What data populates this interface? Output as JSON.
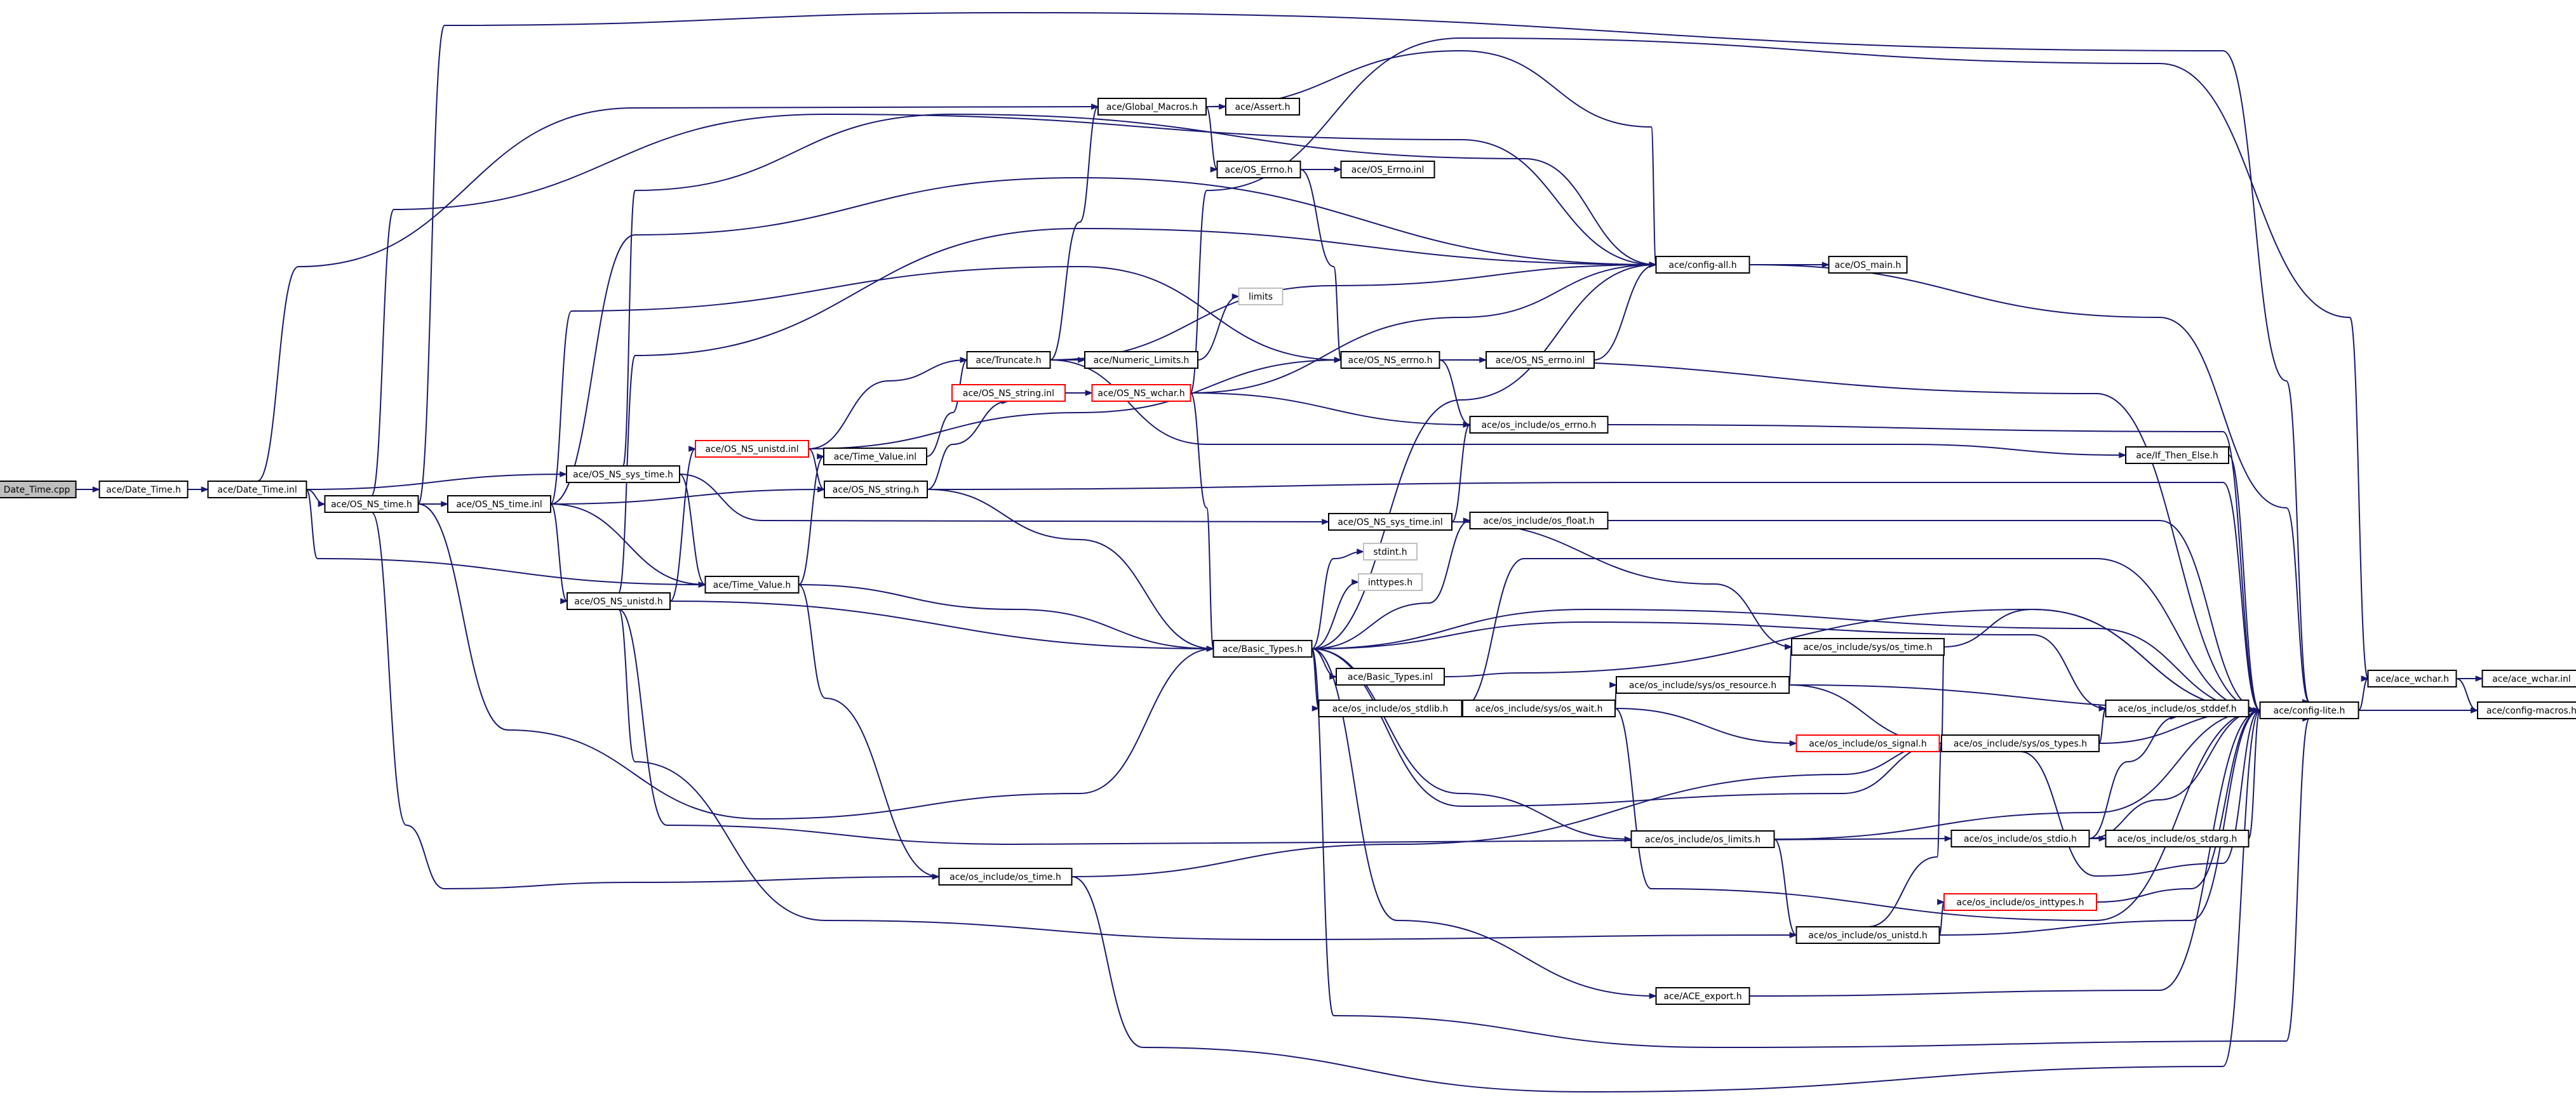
{
  "colors": {
    "edge": "#191970",
    "box_border": "#000000",
    "box_fill": "#ffffff",
    "root_fill": "#bfbfbf",
    "truncated_border": "#ff0000",
    "external_border": "#bfbfbf",
    "text": "#000000"
  },
  "nodes": [
    {
      "id": "n_date_time_cpp",
      "label": "Date_Time.cpp",
      "style": "root"
    },
    {
      "id": "n_date_time_h",
      "label": "ace/Date_Time.h",
      "style": "normal"
    },
    {
      "id": "n_date_time_inl",
      "label": "ace/Date_Time.inl",
      "style": "normal"
    },
    {
      "id": "n_global_macros",
      "label": "ace/Global_Macros.h",
      "style": "normal"
    },
    {
      "id": "n_assert",
      "label": "ace/Assert.h",
      "style": "normal"
    },
    {
      "id": "n_os_errno_h",
      "label": "ace/OS_Errno.h",
      "style": "normal"
    },
    {
      "id": "n_os_errno_inl",
      "label": "ace/OS_Errno.inl",
      "style": "normal"
    },
    {
      "id": "n_config_all",
      "label": "ace/config-all.h",
      "style": "normal"
    },
    {
      "id": "n_os_main",
      "label": "ace/OS_main.h",
      "style": "normal"
    },
    {
      "id": "n_limits",
      "label": "limits",
      "style": "external"
    },
    {
      "id": "n_truncate",
      "label": "ace/Truncate.h",
      "style": "normal"
    },
    {
      "id": "n_numeric_limits",
      "label": "ace/Numeric_Limits.h",
      "style": "normal"
    },
    {
      "id": "n_os_ns_errno_h",
      "label": "ace/OS_NS_errno.h",
      "style": "normal"
    },
    {
      "id": "n_os_ns_errno_inl",
      "label": "ace/OS_NS_errno.inl",
      "style": "normal"
    },
    {
      "id": "n_os_ns_string_inl",
      "label": "ace/OS_NS_string.inl",
      "style": "truncated"
    },
    {
      "id": "n_os_ns_wchar",
      "label": "ace/OS_NS_wchar.h",
      "style": "truncated"
    },
    {
      "id": "n_os_include_errno",
      "label": "ace/os_include/os_errno.h",
      "style": "normal"
    },
    {
      "id": "n_os_ns_unistd_inl",
      "label": "ace/OS_NS_unistd.inl",
      "style": "truncated"
    },
    {
      "id": "n_time_value_inl",
      "label": "ace/Time_Value.inl",
      "style": "normal"
    },
    {
      "id": "n_os_ns_sys_time_h",
      "label": "ace/OS_NS_sys_time.h",
      "style": "normal"
    },
    {
      "id": "n_os_ns_string_h",
      "label": "ace/OS_NS_string.h",
      "style": "normal"
    },
    {
      "id": "n_if_then_else",
      "label": "ace/If_Then_Else.h",
      "style": "normal"
    },
    {
      "id": "n_os_ns_time_h",
      "label": "ace/OS_NS_time.h",
      "style": "normal"
    },
    {
      "id": "n_os_ns_time_inl",
      "label": "ace/OS_NS_time.inl",
      "style": "normal"
    },
    {
      "id": "n_os_ns_sys_time_inl",
      "label": "ace/OS_NS_sys_time.inl",
      "style": "normal"
    },
    {
      "id": "n_os_include_float",
      "label": "ace/os_include/os_float.h",
      "style": "normal"
    },
    {
      "id": "n_stdint",
      "label": "stdint.h",
      "style": "external"
    },
    {
      "id": "n_time_value_h",
      "label": "ace/Time_Value.h",
      "style": "normal"
    },
    {
      "id": "n_inttypes_sys",
      "label": "inttypes.h",
      "style": "external"
    },
    {
      "id": "n_os_ns_unistd_h",
      "label": "ace/OS_NS_unistd.h",
      "style": "normal"
    },
    {
      "id": "n_os_include_sys_time",
      "label": "ace/os_include/sys/os_time.h",
      "style": "normal"
    },
    {
      "id": "n_basic_types_h",
      "label": "ace/Basic_Types.h",
      "style": "normal"
    },
    {
      "id": "n_basic_types_inl",
      "label": "ace/Basic_Types.inl",
      "style": "normal"
    },
    {
      "id": "n_os_include_sys_resource",
      "label": "ace/os_include/sys/os_resource.h",
      "style": "normal"
    },
    {
      "id": "n_ace_wchar_h",
      "label": "ace/ace_wchar.h",
      "style": "normal"
    },
    {
      "id": "n_ace_wchar_inl",
      "label": "ace/ace_wchar.inl",
      "style": "normal"
    },
    {
      "id": "n_os_include_stdlib",
      "label": "ace/os_include/os_stdlib.h",
      "style": "normal"
    },
    {
      "id": "n_os_include_sys_wait",
      "label": "ace/os_include/sys/os_wait.h",
      "style": "normal"
    },
    {
      "id": "n_os_include_stddef",
      "label": "ace/os_include/os_stddef.h",
      "style": "normal"
    },
    {
      "id": "n_config_lite",
      "label": "ace/config-lite.h",
      "style": "normal"
    },
    {
      "id": "n_config_macros",
      "label": "ace/config-macros.h",
      "style": "normal"
    },
    {
      "id": "n_os_include_signal",
      "label": "ace/os_include/os_signal.h",
      "style": "truncated"
    },
    {
      "id": "n_os_include_sys_types",
      "label": "ace/os_include/sys/os_types.h",
      "style": "normal"
    },
    {
      "id": "n_os_include_limits",
      "label": "ace/os_include/os_limits.h",
      "style": "normal"
    },
    {
      "id": "n_os_include_stdio",
      "label": "ace/os_include/os_stdio.h",
      "style": "normal"
    },
    {
      "id": "n_os_include_stdarg",
      "label": "ace/os_include/os_stdarg.h",
      "style": "normal"
    },
    {
      "id": "n_os_include_time",
      "label": "ace/os_include/os_time.h",
      "style": "normal"
    },
    {
      "id": "n_os_include_inttypes",
      "label": "ace/os_include/os_inttypes.h",
      "style": "truncated"
    },
    {
      "id": "n_os_include_unistd",
      "label": "ace/os_include/os_unistd.h",
      "style": "normal"
    },
    {
      "id": "n_ace_export",
      "label": "ace/ACE_export.h",
      "style": "normal"
    }
  ]
}
